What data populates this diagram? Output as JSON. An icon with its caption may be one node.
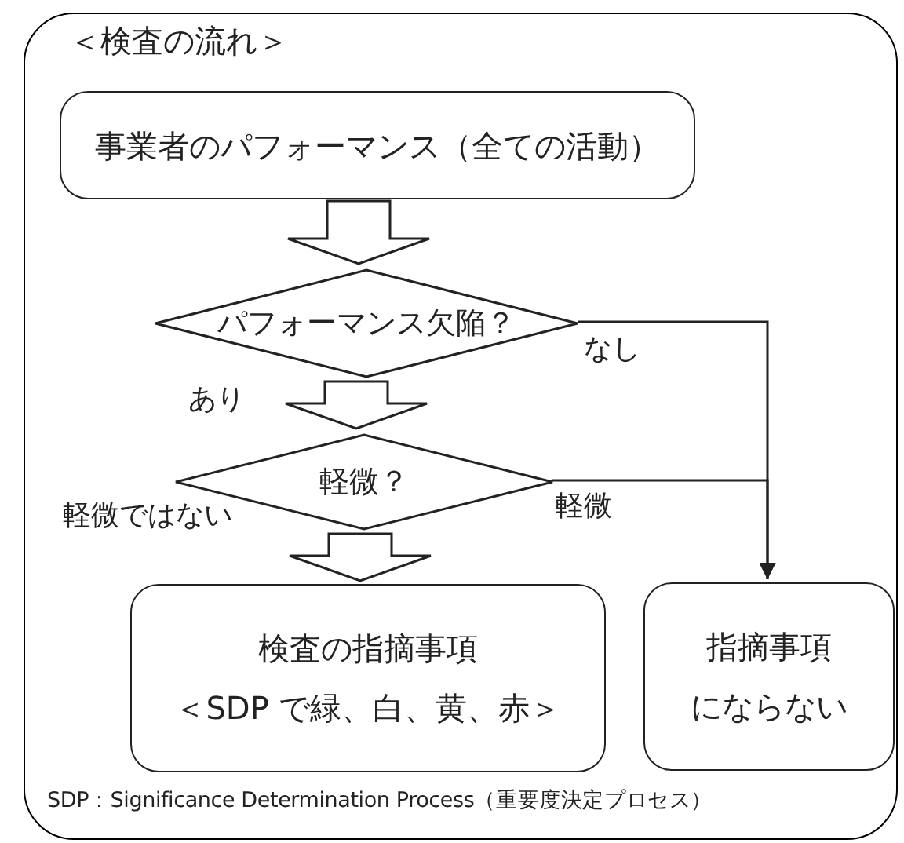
{
  "diagram": {
    "nodes": [
      {
        "text": [
          "＜検査の流れ＞"
        ]
      },
      {
        "text": [
          "事業者のパフォーマンス（全ての活動）"
        ],
        "in": 0
      },
      {
        "text": [
          "パフォーマンス欠陥？"
        ],
        "in": 0
      },
      {
        "text": [
          "軽微？"
        ],
        "in": 0
      },
      {
        "text": [
          "検査の指摘事項",
          "＜SDP で緑、白、黄、赤＞"
        ],
        "in": 0
      },
      {
        "text": [
          "指摘事項",
          "にならない"
        ],
        "in": 0
      }
    ],
    "edges": [
      {
        "from": 1,
        "to": 2,
        "arrow": "to"
      },
      {
        "from": 2,
        "to": 3,
        "arrow": "to",
        "label": "あり"
      },
      {
        "from": 3,
        "to": 4,
        "arrow": "to",
        "label": "軽微ではない"
      },
      {
        "from": 2,
        "to": 5,
        "arrow": "to",
        "label": "なし"
      },
      {
        "from": 3,
        "to": 5,
        "arrow": "to",
        "label": "軽微"
      }
    ],
    "labels": [
      "SDP：Significance Determination Process（重要度決定プロセス）"
    ]
  }
}
